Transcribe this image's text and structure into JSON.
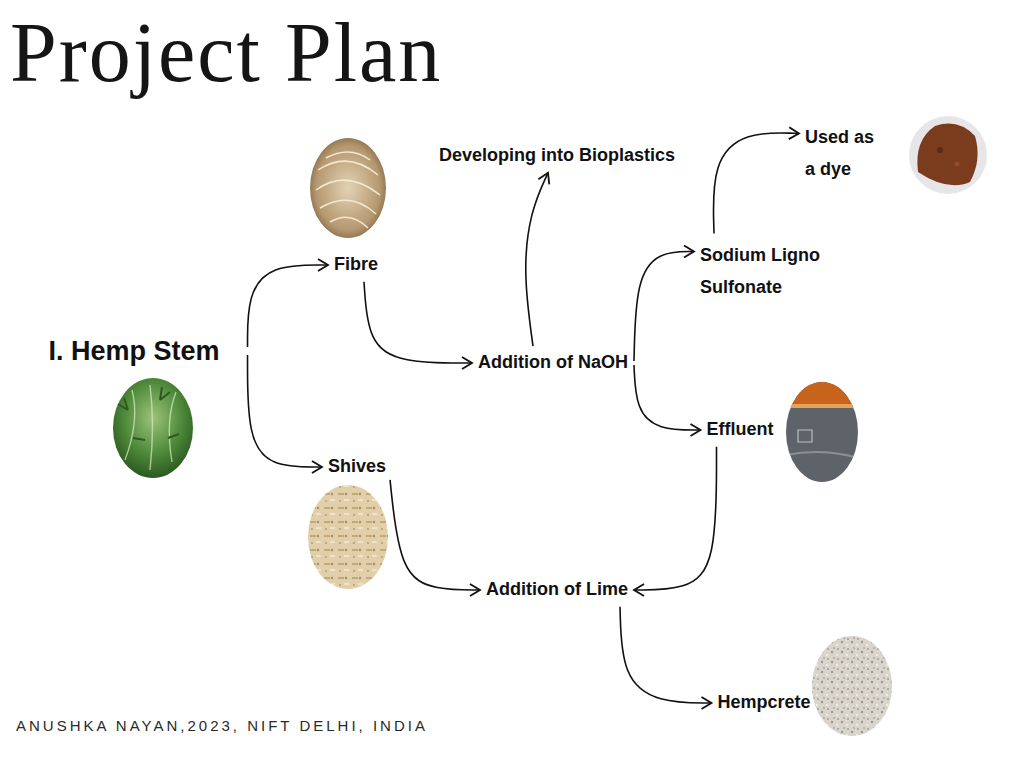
{
  "diagram": {
    "title": "Project Plan",
    "caption": "ANUSHKA NAYAN,2023, NIFT DELHI, INDIA",
    "nodes": [
      {
        "text": [
          "I. Hemp Stem"
        ]
      },
      {
        "text": [
          "Fibre"
        ]
      },
      {
        "text": [
          "Shives"
        ]
      },
      {
        "text": [
          "Addition of NaOH"
        ]
      },
      {
        "text": [
          "Developing into Bioplastics"
        ]
      },
      {
        "text": [
          "Sodium Ligno Sulfonate"
        ]
      },
      {
        "text": [
          "Used as a dye"
        ]
      },
      {
        "text": [
          "Effluent"
        ]
      },
      {
        "text": [
          "Addition of Lime"
        ]
      },
      {
        "text": [
          "Hempcrete"
        ]
      }
    ],
    "edges": [
      {
        "from": 0,
        "to": 1,
        "arrow": "to"
      },
      {
        "from": 0,
        "to": 2,
        "arrow": "to"
      },
      {
        "from": 1,
        "to": 3,
        "arrow": "to"
      },
      {
        "from": 3,
        "to": 4,
        "arrow": "to"
      },
      {
        "from": 3,
        "to": 5,
        "arrow": "to"
      },
      {
        "from": 5,
        "to": 6,
        "arrow": "to"
      },
      {
        "from": 3,
        "to": 7,
        "arrow": "to"
      },
      {
        "from": 7,
        "to": 8,
        "arrow": "to"
      },
      {
        "from": 2,
        "to": 8,
        "arrow": "to"
      },
      {
        "from": 8,
        "to": 9,
        "arrow": "to"
      }
    ]
  }
}
